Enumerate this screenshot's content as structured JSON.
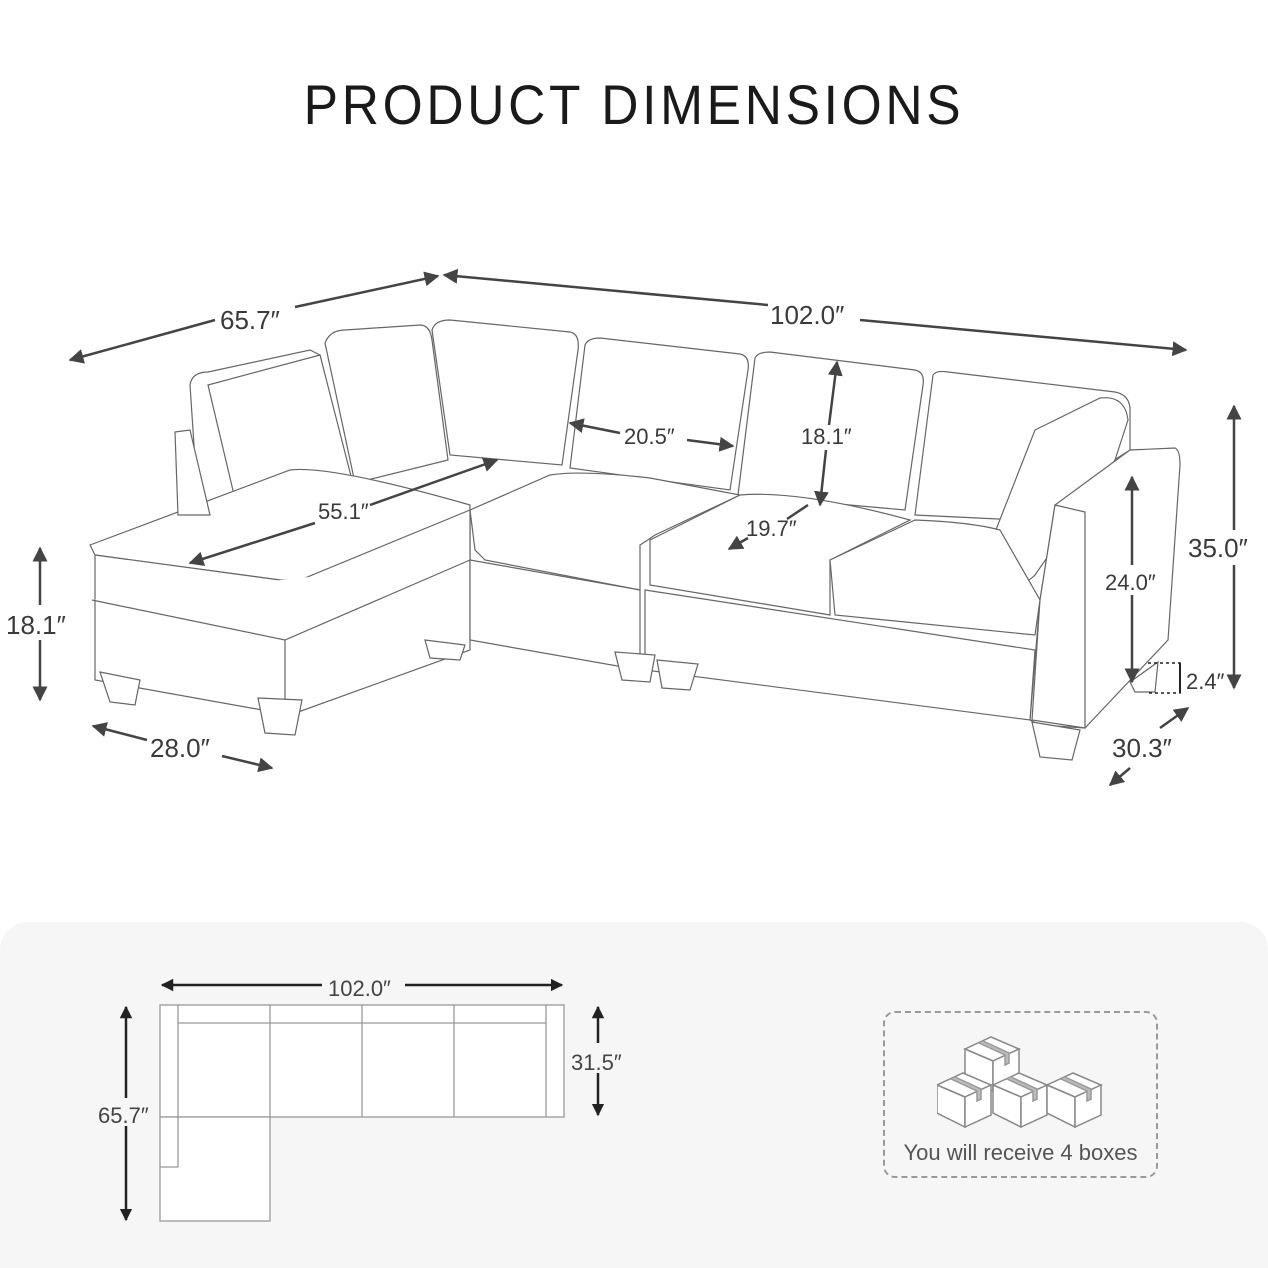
{
  "title": "PRODUCT DIMENSIONS",
  "perspective_view": {
    "dimensions": {
      "overall_depth": "65.7″",
      "overall_width": "102.0″",
      "seat_back_width": "20.5″",
      "back_height": "18.1″",
      "chaise_length": "55.1″",
      "seat_depth": "19.7″",
      "seat_height": "18.1″",
      "chaise_width": "28.0″",
      "overall_height": "35.0″",
      "arm_height": "24.0″",
      "leg_height": "2.4″",
      "arm_depth": "30.3″"
    }
  },
  "top_view": {
    "width": "102.0″",
    "depth": "65.7″",
    "sofa_depth": "31.5″"
  },
  "boxes": {
    "label": "You will receive 4 boxes",
    "count": 4
  },
  "colors": {
    "line": "#4a4a4a",
    "outline": "#777777",
    "panel_bg": "#f6f6f6",
    "arrow": "#444444"
  }
}
